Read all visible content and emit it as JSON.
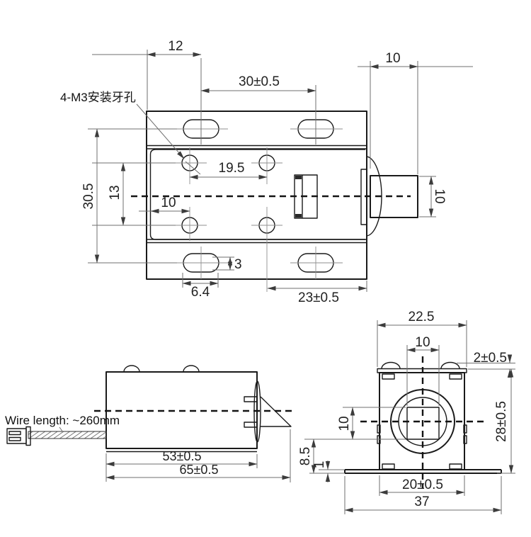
{
  "drawing": {
    "top_view": {
      "label_leader": "4-M3安装牙孔",
      "dim_flange_offset": "12",
      "dim_slot_spacing": "30±0.5",
      "dim_plunger_length": "10",
      "dim_hole_spacing": "19.5",
      "dim_hole_rows": "13",
      "dim_slot_rows": "30.5",
      "dim_hole_offset": "10",
      "dim_slot_height": "3",
      "dim_slot_length": "6.4",
      "dim_right_span": "23±0.5",
      "dim_plunger_width": "10"
    },
    "side_view": {
      "wire_label": "Wire length: ~260mm",
      "dim_body_length": "53±0.5",
      "dim_total_length": "65±0.5"
    },
    "front_view": {
      "dim_top_width": "22.5",
      "dim_square_width": "10",
      "dim_dome_height": "2±0.5",
      "dim_total_height": "28±0.5",
      "dim_square_height": "10",
      "dim_below_square": "8.5",
      "dim_foot_thickness": "1",
      "dim_body_width": "20±0.5",
      "dim_total_width": "37"
    }
  }
}
